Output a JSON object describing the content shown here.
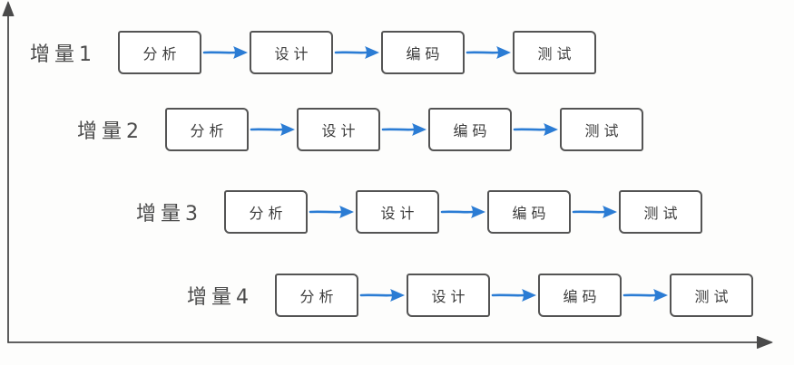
{
  "colors": {
    "arrow": "#2b7cd4",
    "stroke": "#545454",
    "text": "#3c3c3c",
    "axis": "#4a4a4a"
  },
  "rows": [
    {
      "label": "增量1",
      "stages": [
        "分析",
        "设计",
        "编码",
        "测试"
      ]
    },
    {
      "label": "增量2",
      "stages": [
        "分析",
        "设计",
        "编码",
        "测试"
      ]
    },
    {
      "label": "增量3",
      "stages": [
        "分析",
        "设计",
        "编码",
        "测试"
      ]
    },
    {
      "label": "增量4",
      "stages": [
        "分析",
        "设计",
        "编码",
        "测试"
      ]
    }
  ]
}
